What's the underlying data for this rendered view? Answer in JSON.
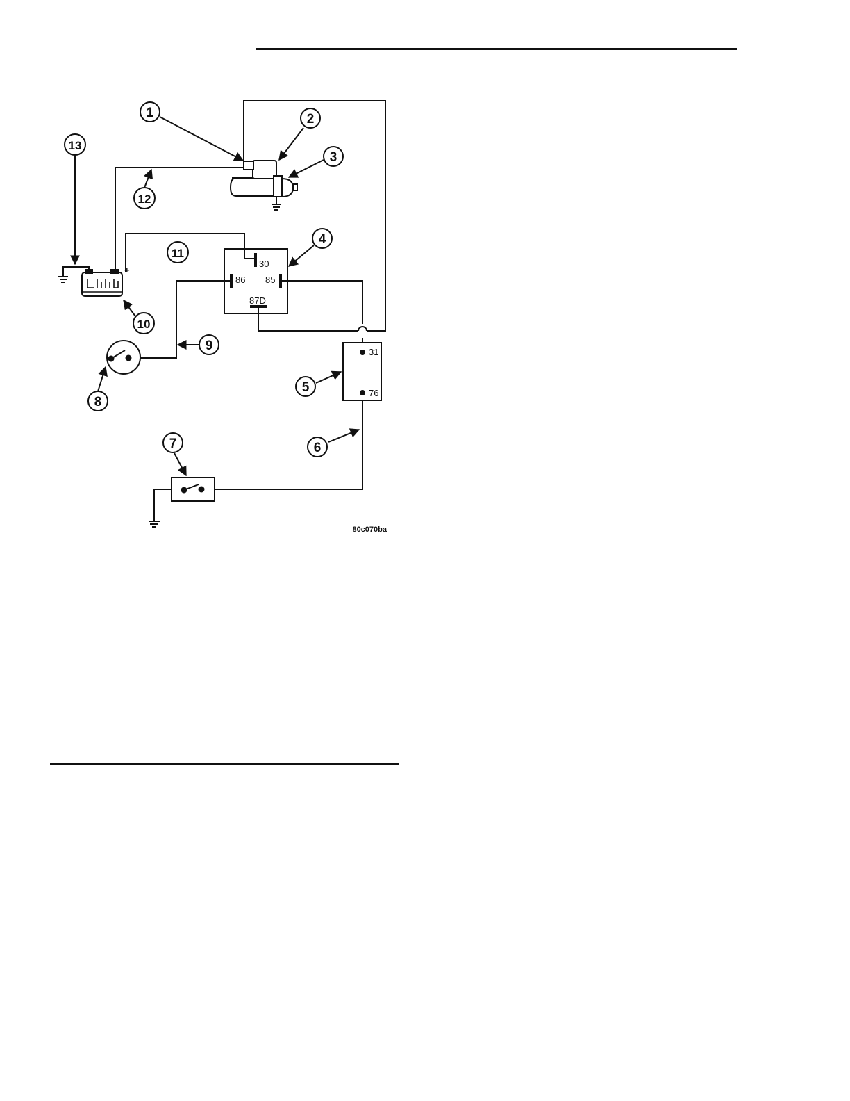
{
  "figure": {
    "id": "80c070ba",
    "callouts": [
      "1",
      "2",
      "3",
      "4",
      "5",
      "6",
      "7",
      "8",
      "9",
      "10",
      "11",
      "12",
      "13"
    ],
    "relay_pins": {
      "p30": "30",
      "p86": "86",
      "p85": "85",
      "p87d": "87D"
    },
    "module_pins": {
      "p31": "31",
      "p76": "76"
    },
    "battery_terminals": {
      "negative": "−",
      "positive": "+"
    }
  }
}
